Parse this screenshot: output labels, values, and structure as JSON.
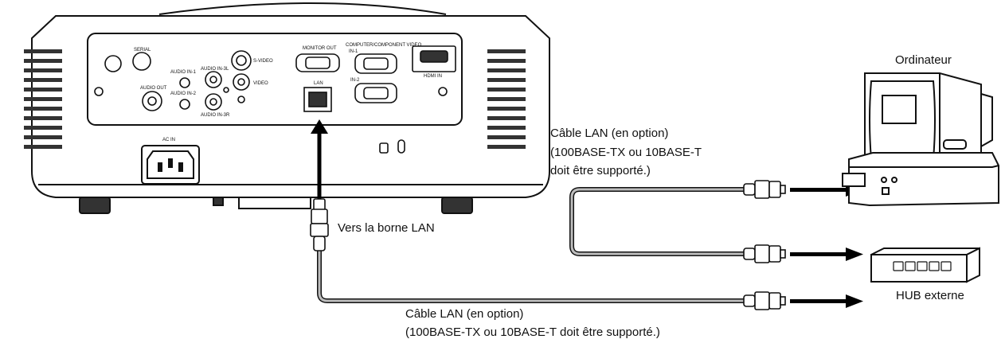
{
  "labels": {
    "computer": "Ordinateur",
    "hub": "HUB externe",
    "to_lan_terminal": "Vers la borne LAN",
    "cable_top": [
      "Câble LAN (en option)",
      "(100BASE-TX ou 10BASE-T",
      "doit être supporté.)"
    ],
    "cable_bottom": [
      "Câble LAN (en option)",
      "(100BASE-TX ou 10BASE-T doit être supporté.)"
    ]
  },
  "ports": {
    "serial": "SERIAL",
    "audio_out": "AUDIO OUT",
    "audio_in_1": "AUDIO IN-1",
    "audio_in_2": "AUDIO IN-2",
    "audio_in_3l": "AUDIO IN-3L",
    "audio_in_3r": "AUDIO IN-3R",
    "s_video": "S-VIDEO",
    "video": "VIDEO",
    "monitor_out": "MONITOR OUT",
    "computer_component": "COMPUTER/COMPONENT VIDEO",
    "in_1": "IN-1",
    "in_2": "IN-2",
    "hdmi_in": "HDMI IN",
    "lan": "LAN",
    "ac_in": "AC IN"
  },
  "colors": {
    "outline": "#111111",
    "cable": "#9a9a9a",
    "panel": "#ffffff",
    "arrow": "#000000"
  }
}
